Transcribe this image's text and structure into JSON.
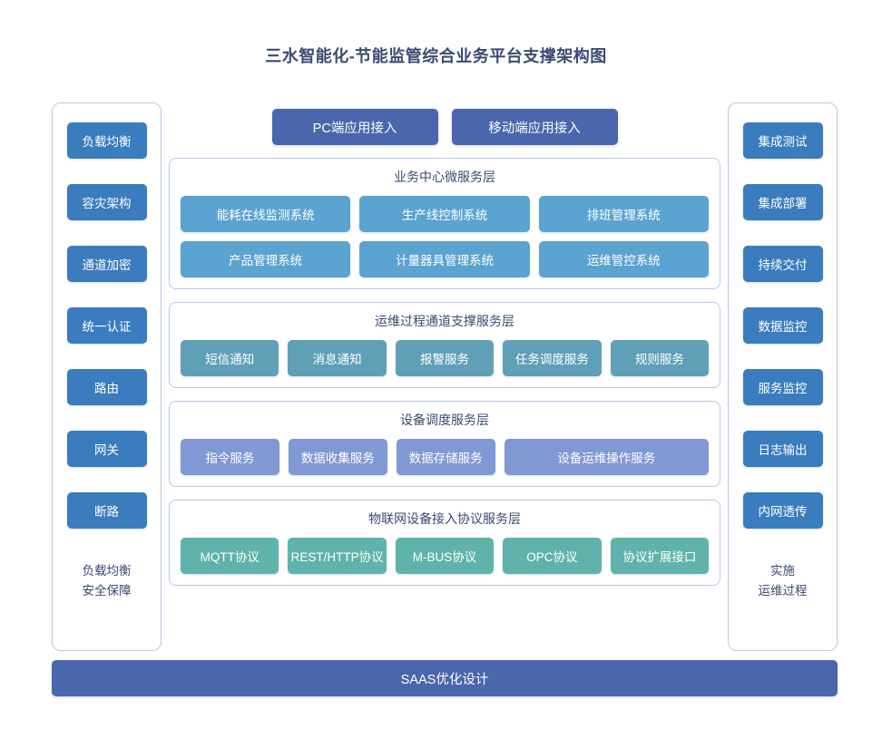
{
  "title": "三水智能化-节能监管综合业务平台支撑架构图",
  "colors": {
    "title_text": "#3a4a72",
    "side_button": "#3a7cbd",
    "access_button": "#4a66ac",
    "business_layer": "#5ba3d0",
    "ops_layer": "#60a0b6",
    "device_layer": "#8099d4",
    "iot_layer": "#5fb3ab",
    "panel_border": "#b9c8e4",
    "background": "#ffffff"
  },
  "left_column": {
    "items": [
      {
        "label": "负载均衡"
      },
      {
        "label": "容灾架构"
      },
      {
        "label": "通道加密"
      },
      {
        "label": "统一认证"
      },
      {
        "label": "路由"
      },
      {
        "label": "网关"
      },
      {
        "label": "断路"
      }
    ],
    "caption_line1": "负载均衡",
    "caption_line2": "安全保障"
  },
  "right_column": {
    "items": [
      {
        "label": "集成测试"
      },
      {
        "label": "集成部署"
      },
      {
        "label": "持续交付"
      },
      {
        "label": "数据监控"
      },
      {
        "label": "服务监控"
      },
      {
        "label": "日志输出"
      },
      {
        "label": "内网透传"
      }
    ],
    "caption_line1": "实施",
    "caption_line2": "运维过程"
  },
  "access_row": {
    "items": [
      {
        "label": "PC端应用接入"
      },
      {
        "label": "移动端应用接入"
      }
    ]
  },
  "layers": [
    {
      "id": "business",
      "title": "业务中心微服务层",
      "rows": [
        [
          {
            "label": "能耗在线监测系统"
          },
          {
            "label": "生产线控制系统"
          },
          {
            "label": "排班管理系统"
          }
        ],
        [
          {
            "label": "产品管理系统"
          },
          {
            "label": "计量器具管理系统"
          },
          {
            "label": "运维管控系统"
          }
        ]
      ]
    },
    {
      "id": "ops",
      "title": "运维过程通道支撑服务层",
      "rows": [
        [
          {
            "label": "短信通知"
          },
          {
            "label": "消息通知"
          },
          {
            "label": "报警服务"
          },
          {
            "label": "任务调度服务"
          },
          {
            "label": "规则服务"
          }
        ]
      ]
    },
    {
      "id": "device",
      "title": "设备调度服务层",
      "rows": [
        [
          {
            "label": "指令服务"
          },
          {
            "label": "数据收集服务"
          },
          {
            "label": "数据存储服务"
          },
          {
            "label": "设备运维操作服务",
            "wide": true
          }
        ]
      ]
    },
    {
      "id": "iot",
      "title": "物联网设备接入协议服务层",
      "rows": [
        [
          {
            "label": "MQTT协议"
          },
          {
            "label": "REST/HTTP协议"
          },
          {
            "label": "M-BUS协议"
          },
          {
            "label": "OPC协议"
          },
          {
            "label": "协议扩展接口"
          }
        ]
      ]
    }
  ],
  "footer": {
    "label": "SAAS优化设计"
  }
}
